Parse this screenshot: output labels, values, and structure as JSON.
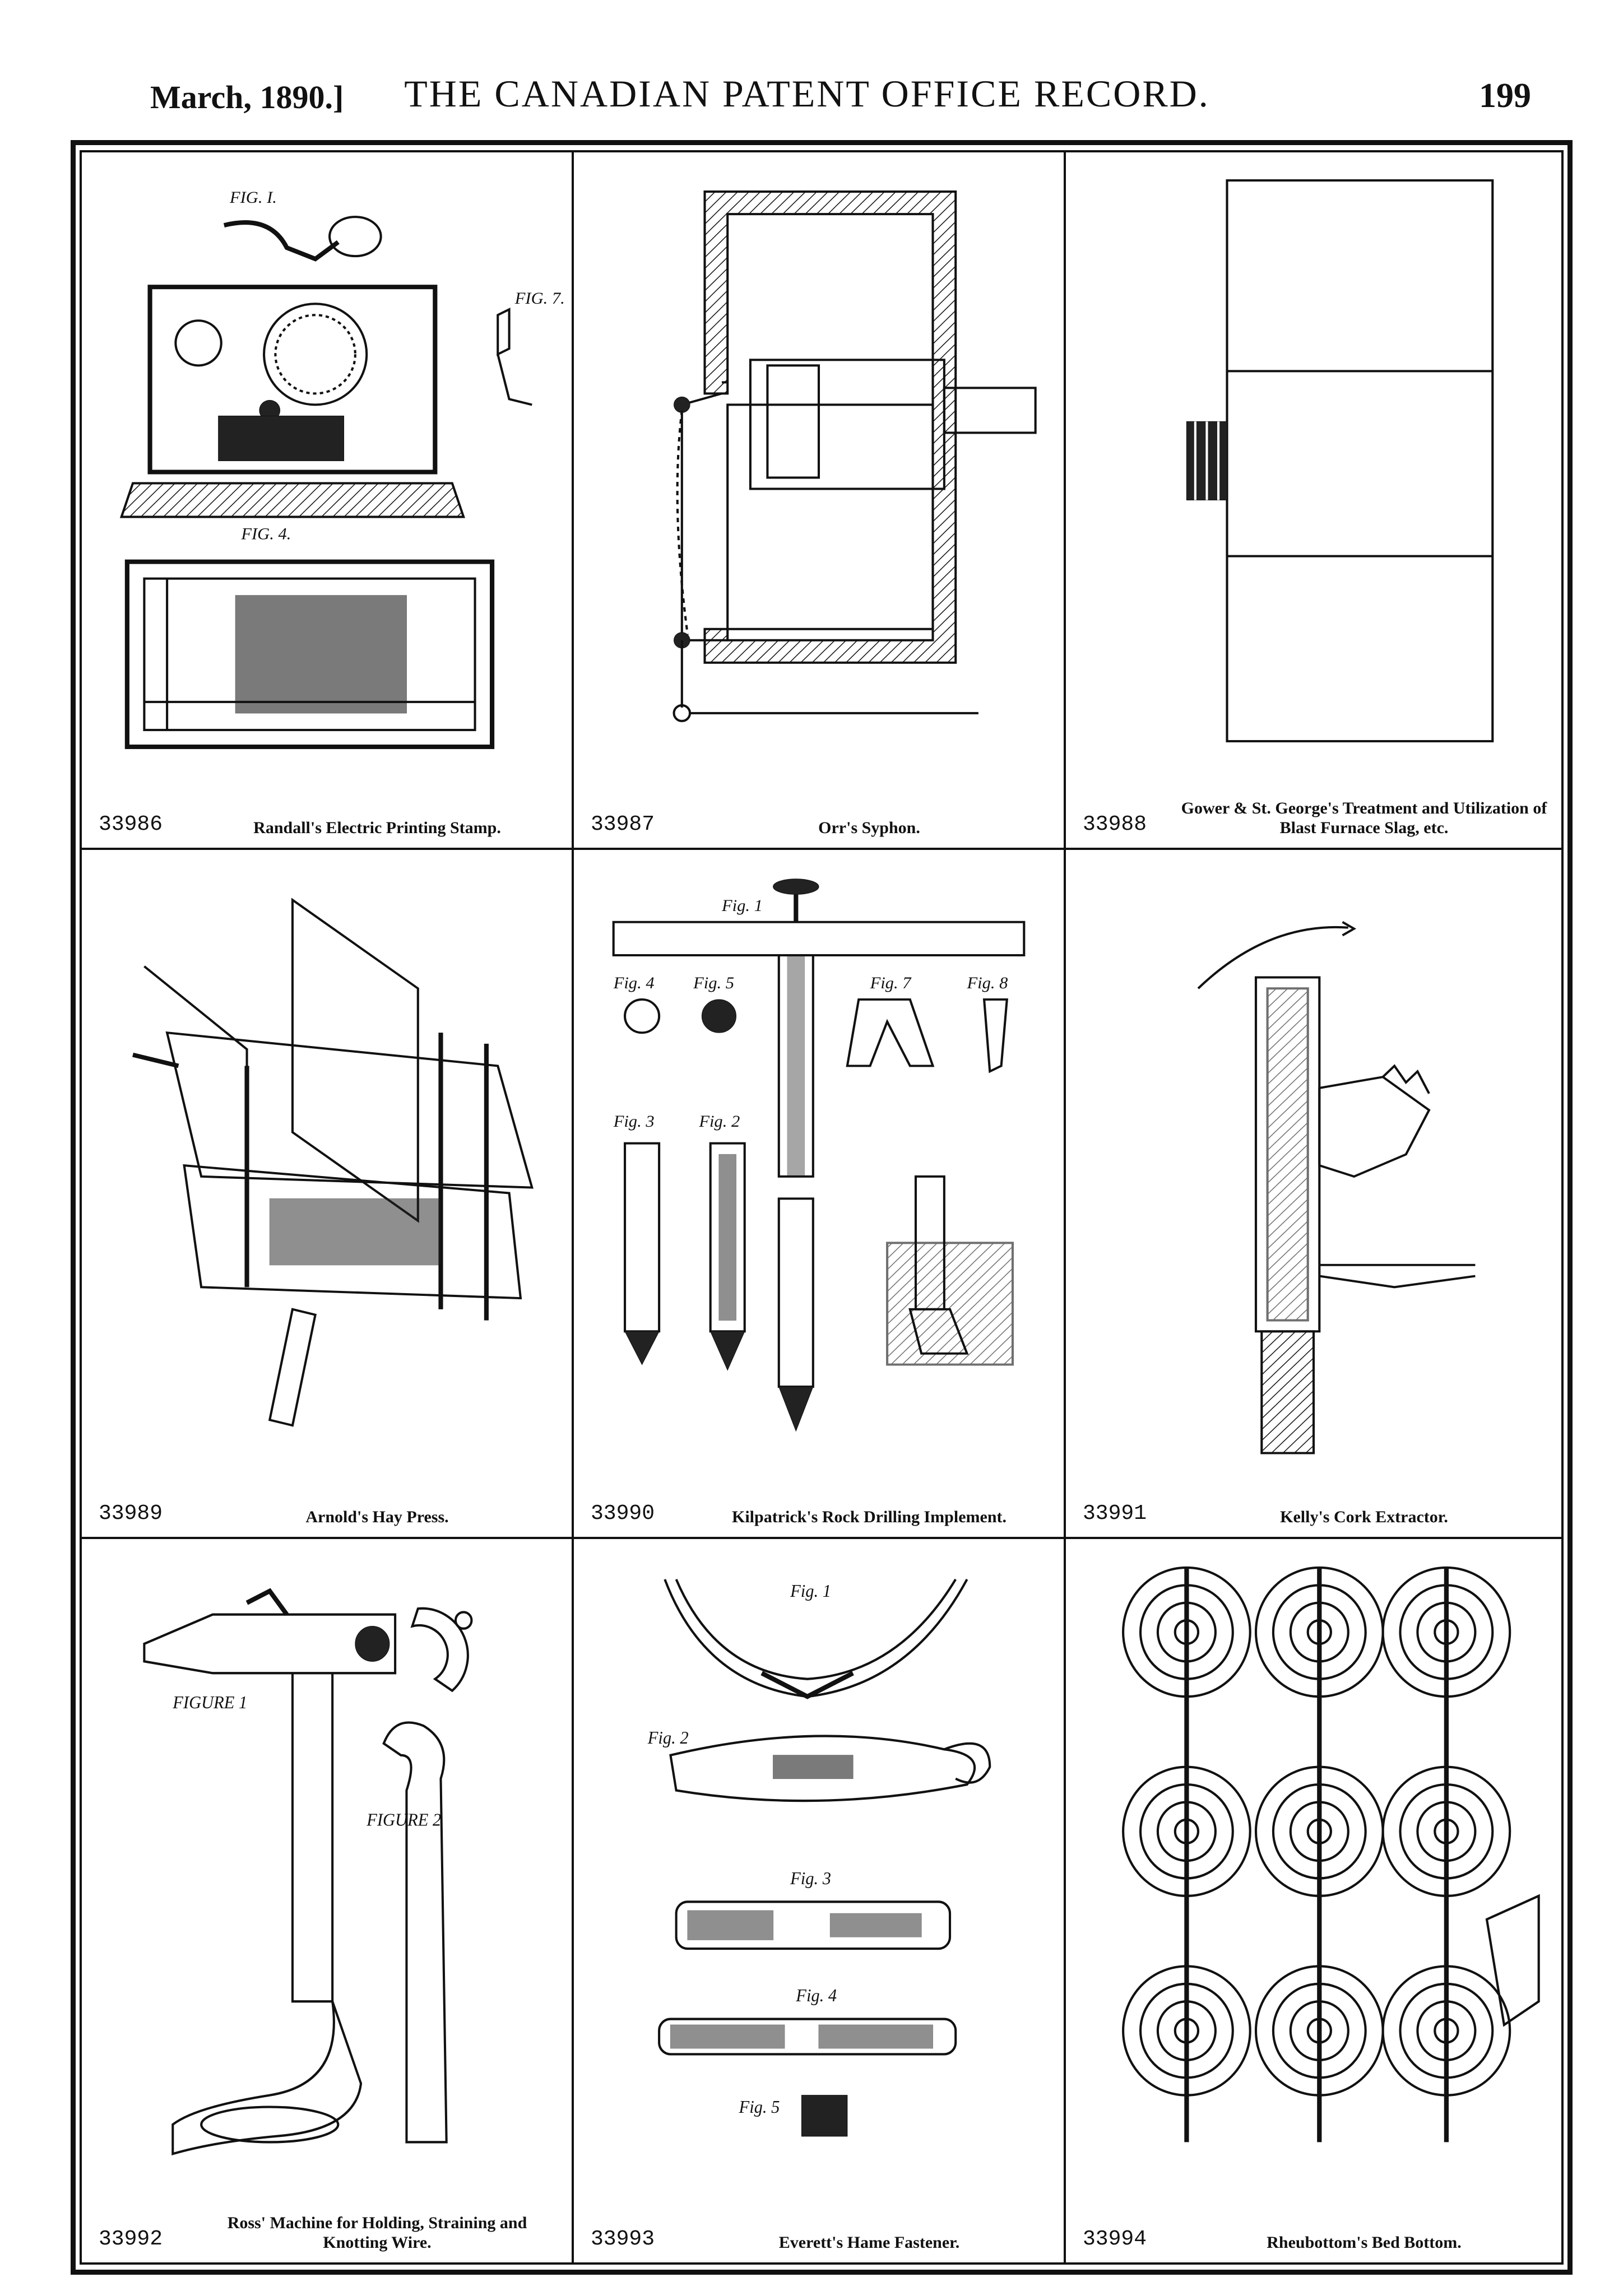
{
  "header": {
    "date": "March, 1890.]",
    "title": "THE CANADIAN PATENT OFFICE RECORD.",
    "page_number": "199"
  },
  "patents": [
    {
      "number": "33986",
      "title": "Randall's Electric Printing Stamp."
    },
    {
      "number": "33987",
      "title": "Orr's Syphon."
    },
    {
      "number": "33988",
      "title": "Gower & St. George's Treatment and Utilization of Blast Furnace Slag, etc."
    },
    {
      "number": "33989",
      "title": "Arnold's Hay Press."
    },
    {
      "number": "33990",
      "title": "Kilpatrick's Rock Drilling Implement."
    },
    {
      "number": "33991",
      "title": "Kelly's Cork Extractor."
    },
    {
      "number": "33992",
      "title": "Ross' Machine for Holding, Straining and Knotting Wire."
    },
    {
      "number": "33993",
      "title": "Everett's Hame Fastener."
    },
    {
      "number": "33994",
      "title": "Rheubottom's Bed Bottom."
    }
  ],
  "figure_labels": {
    "randall_fig1": "FIG. I.",
    "randall_fig4": "FIG. 4.",
    "randall_fig7": "FIG. 7.",
    "kilpatrick_fig1": "Fig. 1",
    "kilpatrick_fig2": "Fig. 2",
    "kilpatrick_fig3": "Fig. 3",
    "kilpatrick_fig4": "Fig. 4",
    "kilpatrick_fig5": "Fig. 5",
    "kilpatrick_fig7": "Fig. 7",
    "kilpatrick_fig8": "Fig. 8",
    "ross_figure1": "FIGURE 1",
    "ross_figure2": "FIGURE 2",
    "everett_fig1": "Fig. 1",
    "everett_fig2": "Fig. 2",
    "everett_fig3": "Fig. 3",
    "everett_fig4": "Fig. 4",
    "everett_fig5": "Fig. 5"
  }
}
